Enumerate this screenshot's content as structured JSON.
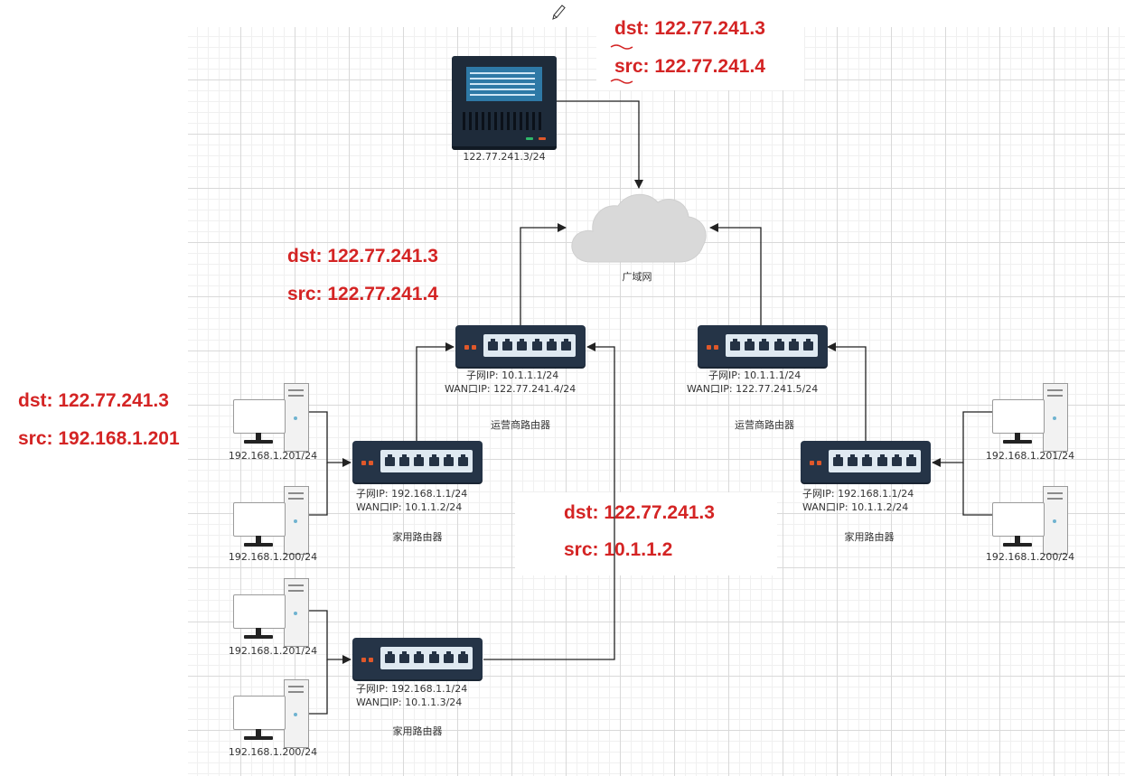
{
  "annotations": {
    "top": {
      "dst": "dst: 122.77.241.3",
      "src": "src: 122.77.241.4"
    },
    "mid": {
      "dst": "dst: 122.77.241.3",
      "src": "src: 122.77.241.4"
    },
    "left": {
      "dst": "dst: 122.77.241.3",
      "src": "src: 192.168.1.201"
    },
    "bottom": {
      "dst": "dst: 122.77.241.3",
      "src": "src: 10.1.1.2"
    }
  },
  "server": {
    "ip": "122.77.241.3/24"
  },
  "cloud": {
    "label": "广域网"
  },
  "isp_router_left": {
    "subnet": "子网IP:   10.1.1.1/24",
    "wan": "WAN口IP:  122.77.241.4/24",
    "caption": "运营商路由器"
  },
  "isp_router_right": {
    "subnet": "子网IP:   10.1.1.1/24",
    "wan": "WAN口IP:  122.77.241.5/24",
    "caption": "运营商路由器"
  },
  "home_router_left": {
    "subnet": "子网IP:   192.168.1.1/24",
    "wan": "WAN口IP:  10.1.1.2/24",
    "caption": "家用路由器"
  },
  "home_router_right": {
    "subnet": "子网IP:   192.168.1.1/24",
    "wan": "WAN口IP:  10.1.1.2/24",
    "caption": "家用路由器"
  },
  "home_router_bottom": {
    "subnet": "子网IP:   192.168.1.1/24",
    "wan": "WAN口IP:  10.1.1.3/24",
    "caption": "家用路由器"
  },
  "pcs": {
    "left_1": "192.168.1.201/24",
    "left_2": "192.168.1.200/24",
    "left_3": "192.168.1.201/24",
    "left_4": "192.168.1.200/24",
    "right_1": "192.168.1.201/24",
    "right_2": "192.168.1.200/24"
  },
  "colors": {
    "annotation": "#d42424",
    "device": "#253447",
    "wire": "#222222"
  }
}
